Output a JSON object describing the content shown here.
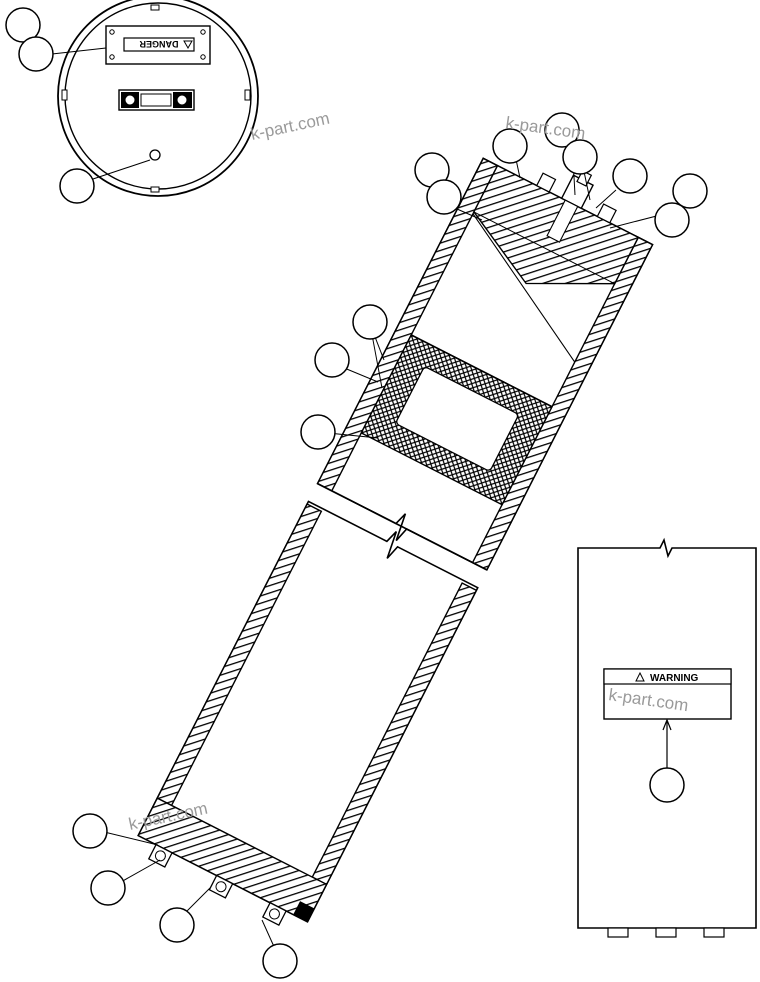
{
  "labels": {
    "danger": "DANGER",
    "warning": "WARNING"
  },
  "watermark": "k-part.com"
}
